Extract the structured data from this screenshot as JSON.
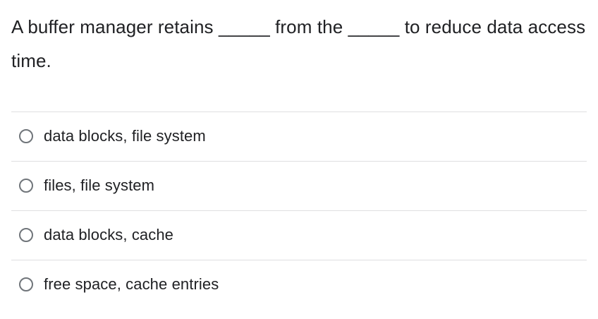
{
  "question": {
    "text": "A buffer manager retains _____ from the _____ to reduce data access time."
  },
  "options": [
    {
      "label": "data blocks, file system",
      "radio_icon": "radio-unselected-icon",
      "selected": false
    },
    {
      "label": "files, file system",
      "radio_icon": "radio-unselected-icon",
      "selected": false
    },
    {
      "label": "data blocks, cache",
      "radio_icon": "radio-unselected-icon",
      "selected": false
    },
    {
      "label": "free space, cache entries",
      "radio_icon": "radio-unselected-icon",
      "selected": false
    }
  ],
  "colors": {
    "background": "#ffffff",
    "text": "#202124",
    "divider": "#dfdfe1",
    "radio_border": "#70757a",
    "radio_selected": "#1a73e8"
  }
}
